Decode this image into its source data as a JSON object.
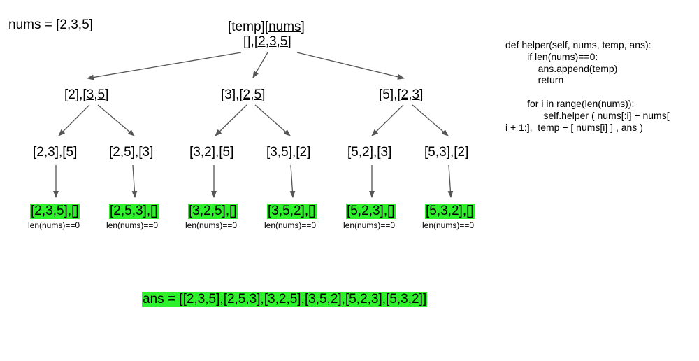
{
  "nums_label": "nums = [2,3,5]",
  "root_header": {
    "temp": "[temp]",
    "nums": "[nums]"
  },
  "root": {
    "temp": "[],",
    "nums": "[2,3,5]"
  },
  "level1": [
    {
      "temp": "[2],",
      "nums": "[3,5]"
    },
    {
      "temp": "[3],",
      "nums": "[2,5]"
    },
    {
      "temp": "[5],",
      "nums": "[2,3]"
    }
  ],
  "level2": [
    {
      "temp": "[2,3],",
      "nums": "[5]"
    },
    {
      "temp": "[2,5],",
      "nums": "[3]"
    },
    {
      "temp": "[3,2],",
      "nums": "[5]"
    },
    {
      "temp": "[3,5],",
      "nums": "[2]"
    },
    {
      "temp": "[5,2],",
      "nums": "[3]"
    },
    {
      "temp": "[5,3],",
      "nums": "[2]"
    }
  ],
  "leaves": [
    {
      "text": "[2,3,5],[]",
      "note": "len(nums)==0"
    },
    {
      "text": "[2,5,3],[]",
      "note": "len(nums)==0"
    },
    {
      "text": "[3,2,5],[]",
      "note": "len(nums)==0"
    },
    {
      "text": "[3,5,2],[]",
      "note": "len(nums)==0"
    },
    {
      "text": "[5,2,3],[]",
      "note": "len(nums)==0"
    },
    {
      "text": "[5,3,2],[]",
      "note": "len(nums)==0"
    }
  ],
  "code": [
    "def helper(self, nums, temp, ans):",
    "        if len(nums)==0:",
    "            ans.append(temp)",
    "            return",
    "",
    "        for i in range(len(nums)):",
    "              self.helper ( nums[:i] + nums[",
    "i + 1:],  temp + [ nums[i] ] , ans )"
  ],
  "ans": "ans = [[2,3,5],[2,5,3],[3,2,5],[3,5,2],[5,2,3],[5,3,2]]",
  "colors": {
    "highlight": "#2ef12b",
    "arrow": "#555555"
  }
}
